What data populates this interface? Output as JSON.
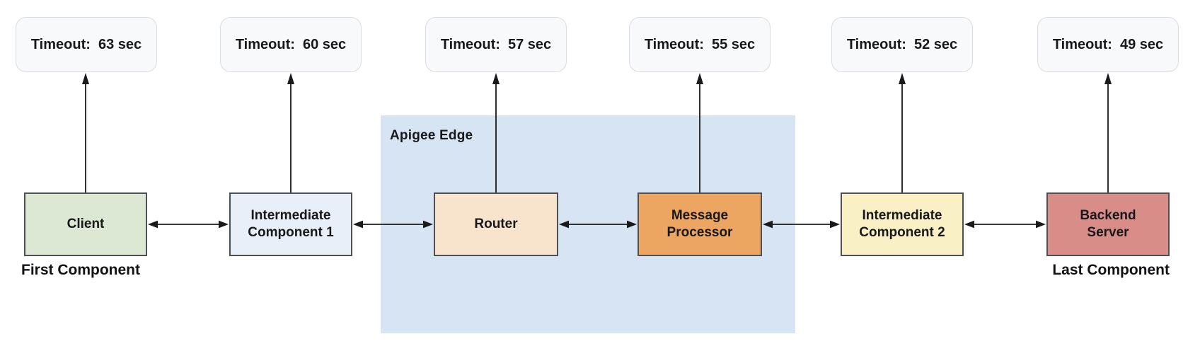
{
  "diagram": {
    "region": {
      "label": "Apigee Edge",
      "fill": "#d7e4f3"
    },
    "nodes": [
      {
        "id": "client",
        "label": "Client",
        "fill": "#dde8d4",
        "timeout_label": "Timeout:  63 sec"
      },
      {
        "id": "intermediate-component-1",
        "label": "Intermediate\nComponent 1",
        "fill": "#e9eff9",
        "timeout_label": "Timeout:  60 sec"
      },
      {
        "id": "router",
        "label": "Router",
        "fill": "#f8e4cc",
        "timeout_label": "Timeout:  57 sec"
      },
      {
        "id": "message-processor",
        "label": "Message\nProcessor",
        "fill": "#eda661",
        "timeout_label": "Timeout:  55 sec"
      },
      {
        "id": "intermediate-component-2",
        "label": "Intermediate\nComponent 2",
        "fill": "#f9f0c5",
        "timeout_label": "Timeout:  52 sec"
      },
      {
        "id": "backend-server",
        "label": "Backend\nServer",
        "fill": "#d88d89",
        "timeout_label": "Timeout:  49 sec"
      }
    ],
    "captions": {
      "first_component": "First Component",
      "last_component": "Last Component"
    },
    "callout_style": {
      "fill": "#f8f9fb",
      "border": "#d9dce1"
    },
    "node_border_color": "#4d5156",
    "arrow_color": "#1a1a1a"
  }
}
